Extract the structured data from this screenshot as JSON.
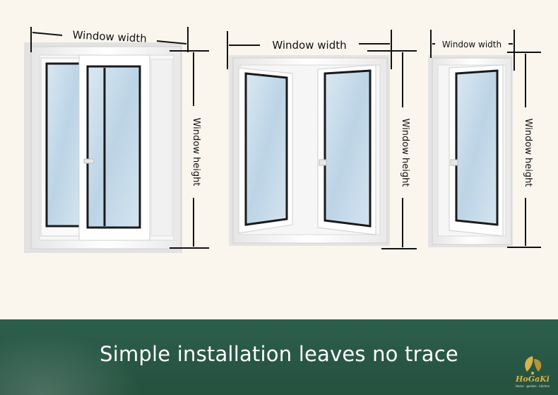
{
  "windows": [
    {
      "type": "sliding",
      "width_label": "Window width",
      "height_label": "Window height"
    },
    {
      "type": "double-casement",
      "width_label": "Window width",
      "height_label": "Window height"
    },
    {
      "type": "single-casement",
      "width_label": "Window width",
      "height_label": "Window height"
    }
  ],
  "banner": {
    "text": "Simple installation leaves no trace"
  },
  "brand": {
    "name": "HoGaKi",
    "tagline": "Home · garden · kitchen"
  },
  "colors": {
    "background": "#faf6ee",
    "banner": "#2d5e4c",
    "frame": "#f4f4f4",
    "glass": "#c8dcea",
    "dimension_line": "#111111",
    "logo": "#d8b24a"
  }
}
